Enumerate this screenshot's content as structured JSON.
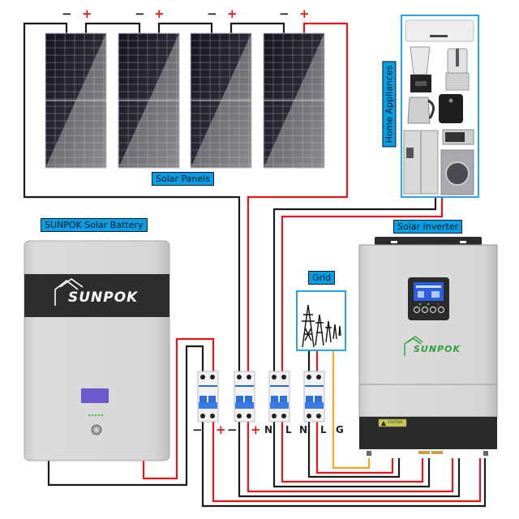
{
  "diagram": {
    "title": "SUNPOK Solar System Wiring Diagram",
    "labels": {
      "solar_panels": "Solar Panels",
      "home_appliances": "Home Appliances",
      "battery": "SUNPOK Solar Battery",
      "inverter": "Solar Inverter",
      "grid": "Grid"
    },
    "brand": "SUNPOK",
    "caution_label": "CAUTION",
    "panels": [
      {
        "neg": "−",
        "pos": "+"
      },
      {
        "neg": "−",
        "pos": "+"
      },
      {
        "neg": "−",
        "pos": "+"
      },
      {
        "neg": "−",
        "pos": "+"
      }
    ],
    "breakers": [
      {
        "left": "−",
        "right": "+",
        "purpose": "battery"
      },
      {
        "left": "−",
        "right": "+",
        "purpose": "solar"
      },
      {
        "left": "N",
        "right": "L",
        "purpose": "load"
      },
      {
        "left": "N",
        "right": "L",
        "purpose": "grid"
      }
    ],
    "ground_label": "G",
    "appliances": [
      "air-conditioner",
      "blender",
      "food-processor",
      "kettle",
      "air-fryer",
      "refrigerator",
      "toaster-oven",
      "washing-machine"
    ],
    "colors": {
      "label_bg": "#00a0e9",
      "wire_positive": "#e8141b",
      "wire_negative": "#1a1a1a",
      "wire_ground": "#f5a623",
      "appliance_frame": "#2aa3e6",
      "brand_green": "#2e9e3a"
    }
  }
}
